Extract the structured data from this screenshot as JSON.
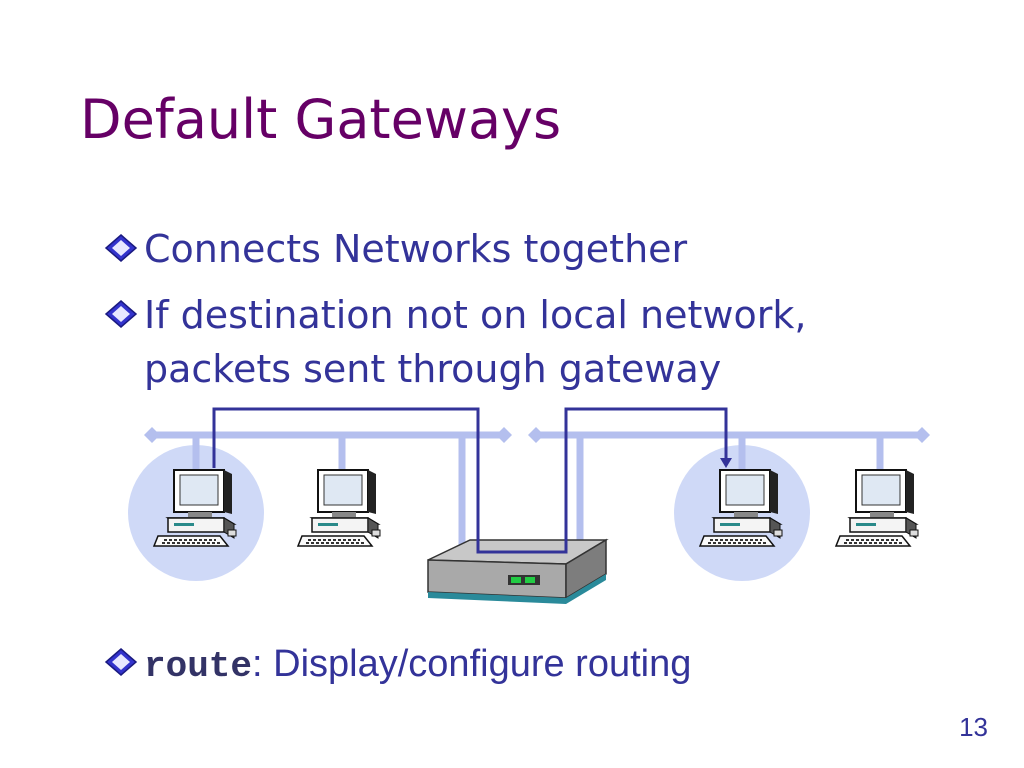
{
  "slide": {
    "title": "Default Gateways",
    "bullets": [
      {
        "text": "Connects Networks together"
      },
      {
        "line1": "If destination not on local network,",
        "line2": "packets sent through gateway"
      }
    ],
    "route_bullet": {
      "code": "route",
      "text": ": Display/configure routing"
    },
    "page_number": "13"
  },
  "colors": {
    "title": "#660066",
    "text": "#333399",
    "network_line": "#b4bfee",
    "highlight_circle": "#cfd9f7",
    "route_path": "#333399",
    "diamond": "#3333cc"
  },
  "icons": [
    "diamond-bullet-icon",
    "computer-icon",
    "router-icon"
  ]
}
